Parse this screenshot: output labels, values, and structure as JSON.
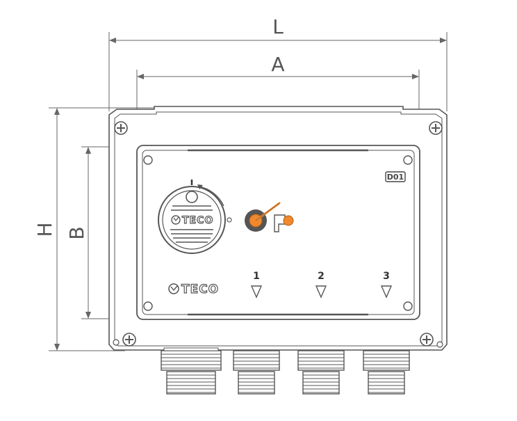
{
  "dimensions": {
    "overall_width_label": "L",
    "inner_width_label": "A",
    "overall_height_label": "H",
    "inner_height_label": "B"
  },
  "device": {
    "brand_on_switch": "TECO",
    "brand_on_panel": "TECO",
    "model_badge": "D01",
    "port_labels": [
      "1",
      "2",
      "3"
    ]
  },
  "colors": {
    "outline": "#555555",
    "accent": "#f0892e",
    "dimension_line": "#666666"
  },
  "icons": {
    "screw": "screw-icon",
    "indicator": "orange-lamp-icon",
    "port_marker": "triangle-down-icon"
  }
}
